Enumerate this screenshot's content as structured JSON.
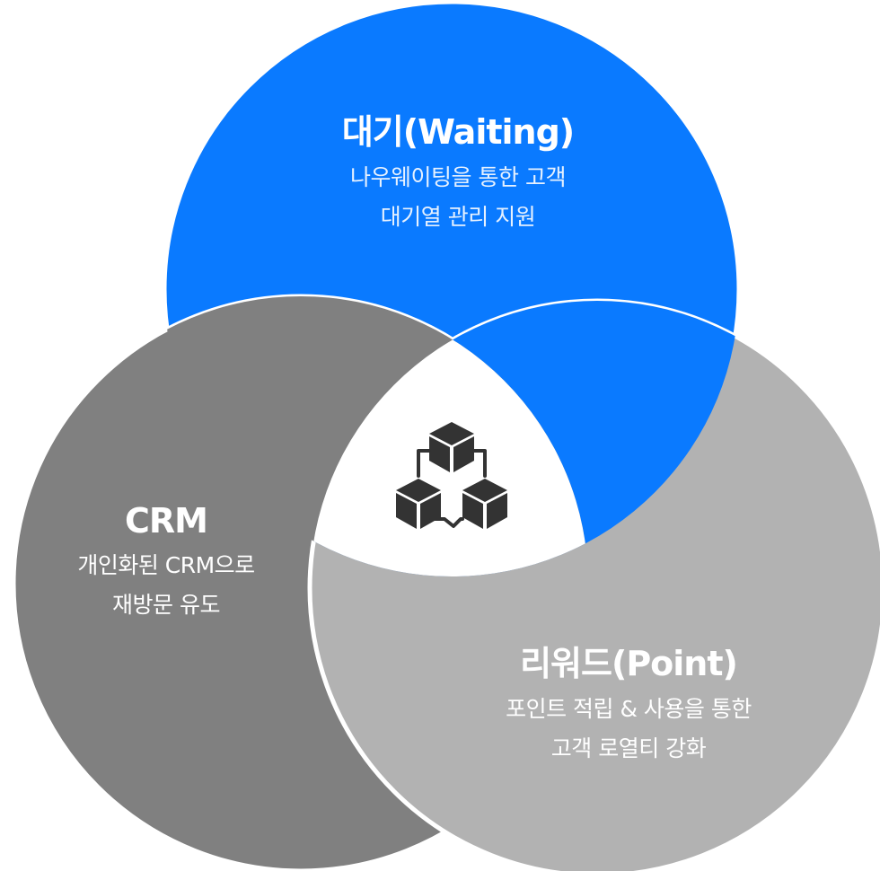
{
  "diagram": {
    "colors": {
      "waiting": "#0a7aff",
      "crm": "#808080",
      "point": "#b2b2b2",
      "center": "#ffffff",
      "icon": "#333333"
    },
    "center_icon": "connected-cubes-icon",
    "waiting": {
      "title": "대기(Waiting)",
      "line1": "나우웨이팅을 통한 고객",
      "line2": "대기열 관리 지원"
    },
    "crm": {
      "title": "CRM",
      "line1": "개인화된 CRM으로",
      "line2": "재방문 유도"
    },
    "point": {
      "title": "리워드(Point)",
      "line1": "포인트 적립 & 사용을 통한",
      "line2": "고객 로열티 강화"
    }
  }
}
